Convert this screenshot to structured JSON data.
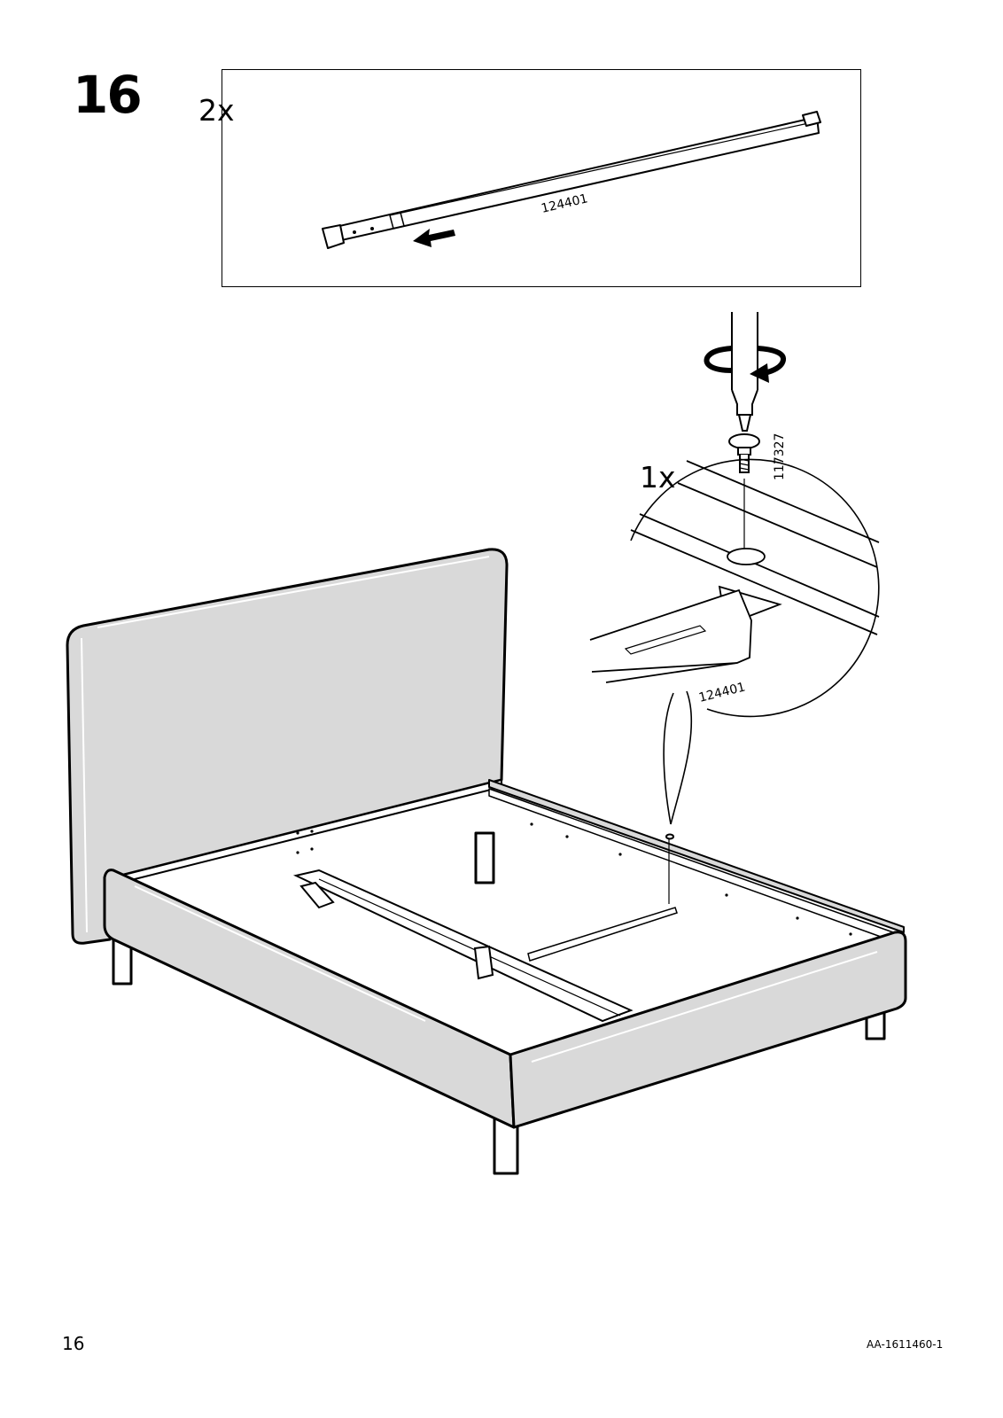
{
  "step": {
    "number": "16"
  },
  "rail_panel": {
    "quantity": "2x",
    "part_number": "124401"
  },
  "assembly": {
    "screw_quantity": "1x",
    "screw_part_number": "117327",
    "rail_part_number": "124401"
  },
  "footer": {
    "page_number": "16",
    "document_code": "AA-1611460-1"
  },
  "colors": {
    "upholstery": "#d9d9d9",
    "line": "#000000",
    "background": "#ffffff"
  },
  "icons": [
    "slide-arrow-icon",
    "screwdriver-icon",
    "rotation-arrow-icon",
    "screw-icon"
  ]
}
